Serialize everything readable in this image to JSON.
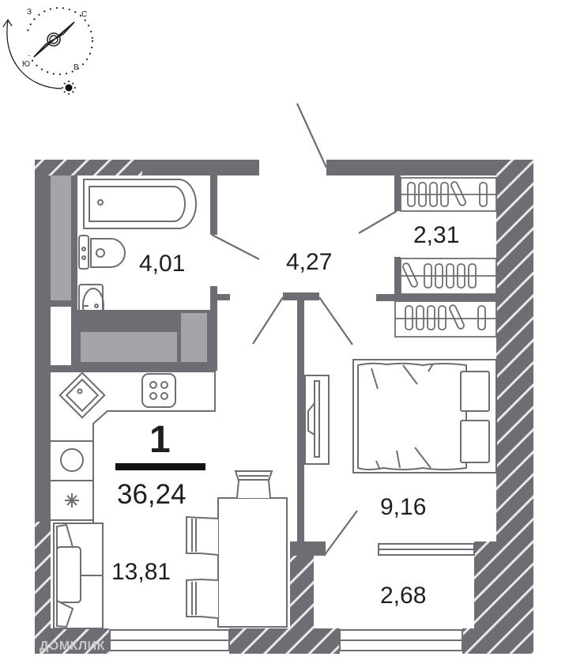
{
  "compass": {
    "north": "С",
    "south": "Ю",
    "east": "В",
    "west": "З",
    "sun_icon": "sun-icon"
  },
  "apartment": {
    "rooms_count": "1",
    "total_area": "36,24"
  },
  "rooms": {
    "bathroom": {
      "area": "4,01"
    },
    "hallway": {
      "area": "4,27"
    },
    "wardrobe": {
      "area": "2,31"
    },
    "kitchen_living": {
      "area": "13,81"
    },
    "bedroom": {
      "area": "9,16"
    },
    "balcony": {
      "area": "2,68"
    }
  },
  "watermark": {
    "text": "ДОМКЛИК"
  },
  "colors": {
    "wall": "#6d6d73",
    "wall_light": "#a4a4aa",
    "furniture_stroke": "#6d6d73",
    "text": "#1e1e1e",
    "background": "#ffffff"
  }
}
